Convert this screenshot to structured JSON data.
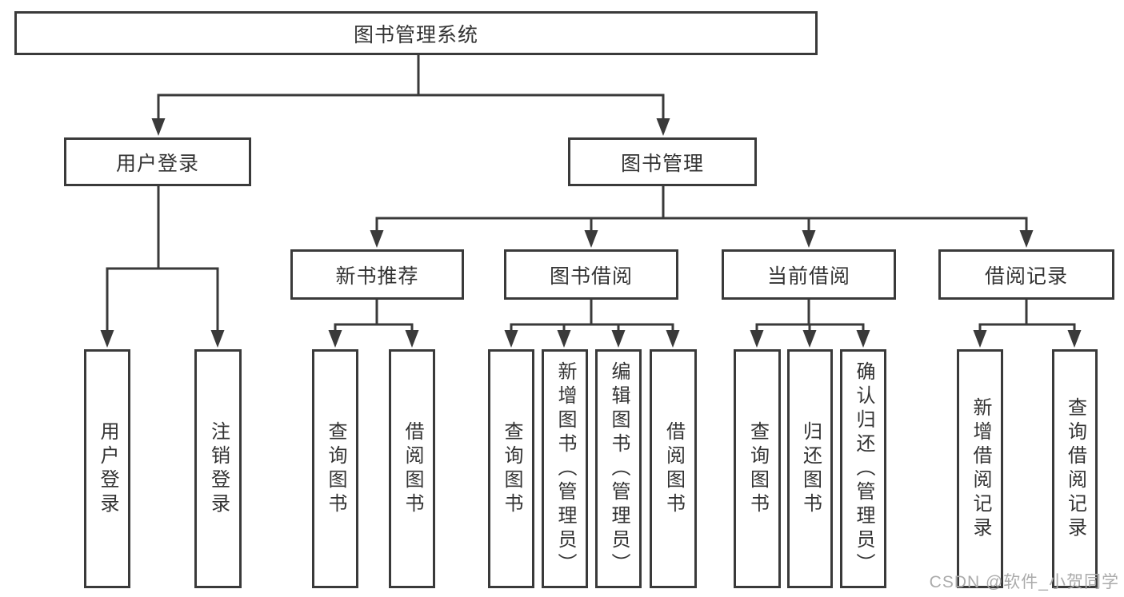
{
  "nodes": {
    "root": "图书管理系统",
    "user_login": "用户登录",
    "book_mgmt": "图书管理",
    "new_book_rec": "新书推荐",
    "book_borrow": "图书借阅",
    "current_borrow": "当前借阅",
    "borrow_record": "借阅记录",
    "ul_user_login": "用户登录",
    "ul_logout": "注销登录",
    "nbr_query_book": "查询图书",
    "nbr_borrow_book": "借阅图书",
    "bb_query_book": "查询图书",
    "bb_add_book": "新增图书（管理员）",
    "bb_edit_book": "编辑图书（管理员）",
    "bb_borrow_book": "借阅图书",
    "cb_query_book": "查询图书",
    "cb_return_book": "归还图书",
    "cb_confirm_return": "确认归还（管理员）",
    "br_add_record": "新增借阅记录",
    "br_query_record": "查询借阅记录"
  },
  "colors": {
    "line": "#3a3a3a",
    "text": "#333333",
    "watermark": "#ababab",
    "background": "#ffffff"
  },
  "watermark": "CSDN @软件_小贺同学"
}
